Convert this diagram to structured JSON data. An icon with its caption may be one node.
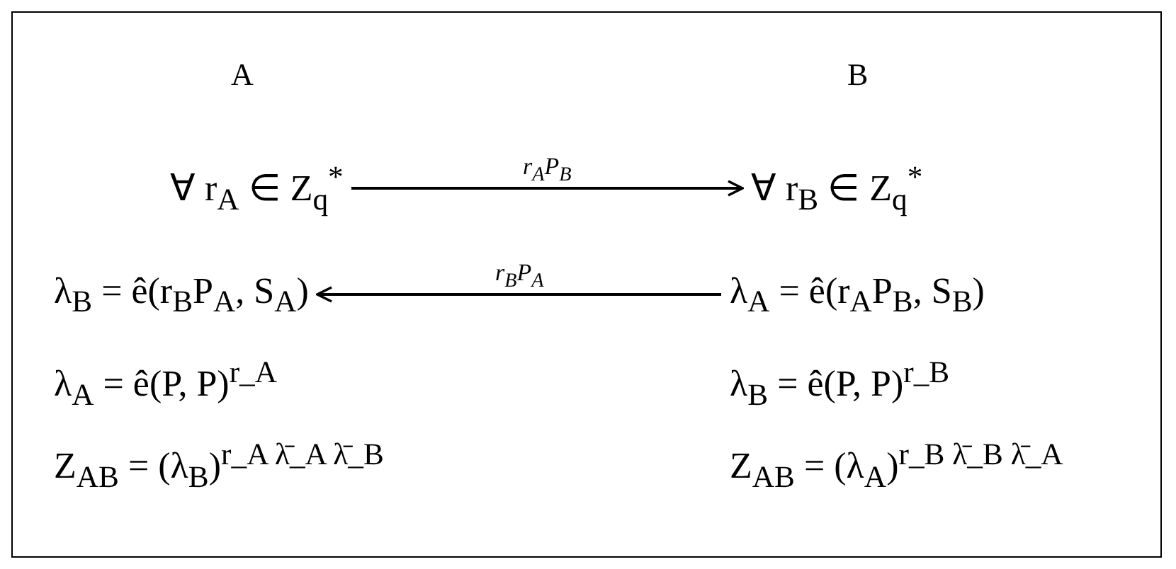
{
  "diagram": {
    "nodes": [
      {
        "text": [
          "∀ r$_{A}$ ∈ Z$_{q}$$^{*}$"
        ]
      },
      {
        "text": [
          "∀ r$_{B}$ ∈ Z$_{q}$$^{*}$"
        ]
      },
      {
        "text": [
          "λ$_{B}$ = ê(r$_{B}$P$_{A}$, S$_{A}$)"
        ]
      },
      {
        "text": [
          "λ$_{A}$ = ê(r$_{A}$P$_{B}$, S$_{B}$)"
        ]
      }
    ],
    "edges": [
      {
        "from": 0,
        "to": 1,
        "arrow": "to",
        "label": "r$_{A}$P$_{B}$"
      },
      {
        "from": 3,
        "to": 2,
        "arrow": "to",
        "label": "r$_{B}$P$_{A}$"
      }
    ],
    "labels": [
      "A",
      "B",
      "λ$_{A}$ = ê(P, P)$^{r_A}$",
      "λ$_{B}$ = ê(P, P)$^{r_B}$",
      "Z$_{AB}$ = (λ$_{B}$)$^{r_A λ̄_A λ̄_B}$",
      "Z$_{AB}$ = (λ$_{A}$)$^{r_B λ̄_B λ̄_A}$"
    ]
  }
}
